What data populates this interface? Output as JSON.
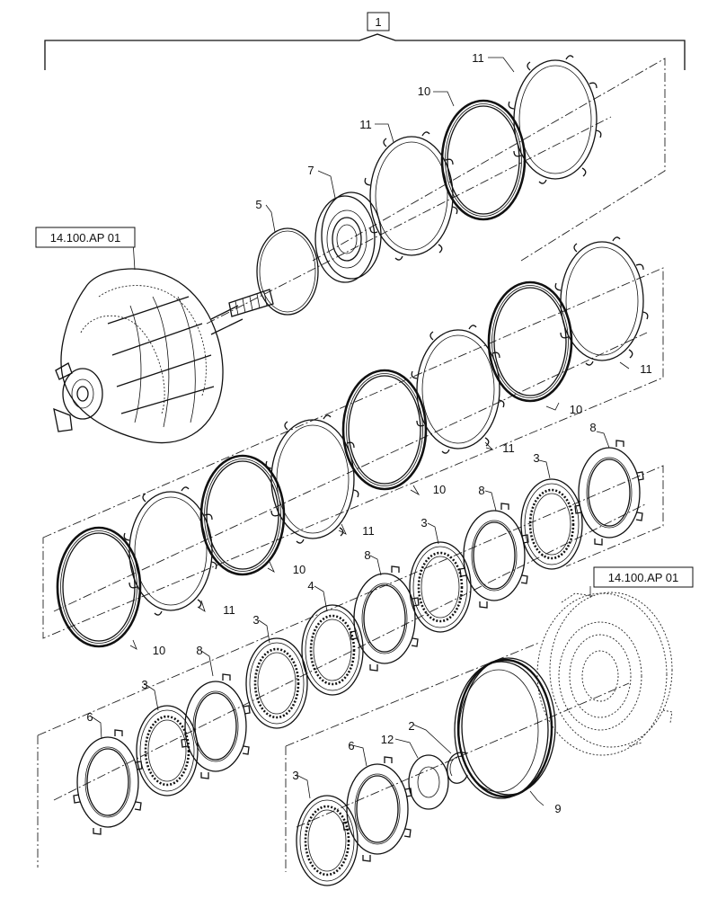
{
  "assembly_label": "1",
  "reference_labels": [
    "14.100.AP 01",
    "14.100.AP 01"
  ],
  "callouts": {
    "p11a": "11",
    "p10a": "10",
    "p11b": "11",
    "p7": "7",
    "p5": "5",
    "p11c": "11",
    "p10b": "10",
    "p11d": "11",
    "p10c": "10",
    "p11e": "11",
    "p10d": "10",
    "p11f": "11",
    "p10e": "10",
    "p8a": "8",
    "p3a": "3",
    "p8b": "8",
    "p3b": "3",
    "p8c": "8",
    "p4": "4",
    "p3c": "3",
    "p8d": "8",
    "p3d": "3",
    "p6a": "6",
    "p9": "9",
    "p2": "2",
    "p12": "12",
    "p6b": "6",
    "p3e": "3"
  }
}
